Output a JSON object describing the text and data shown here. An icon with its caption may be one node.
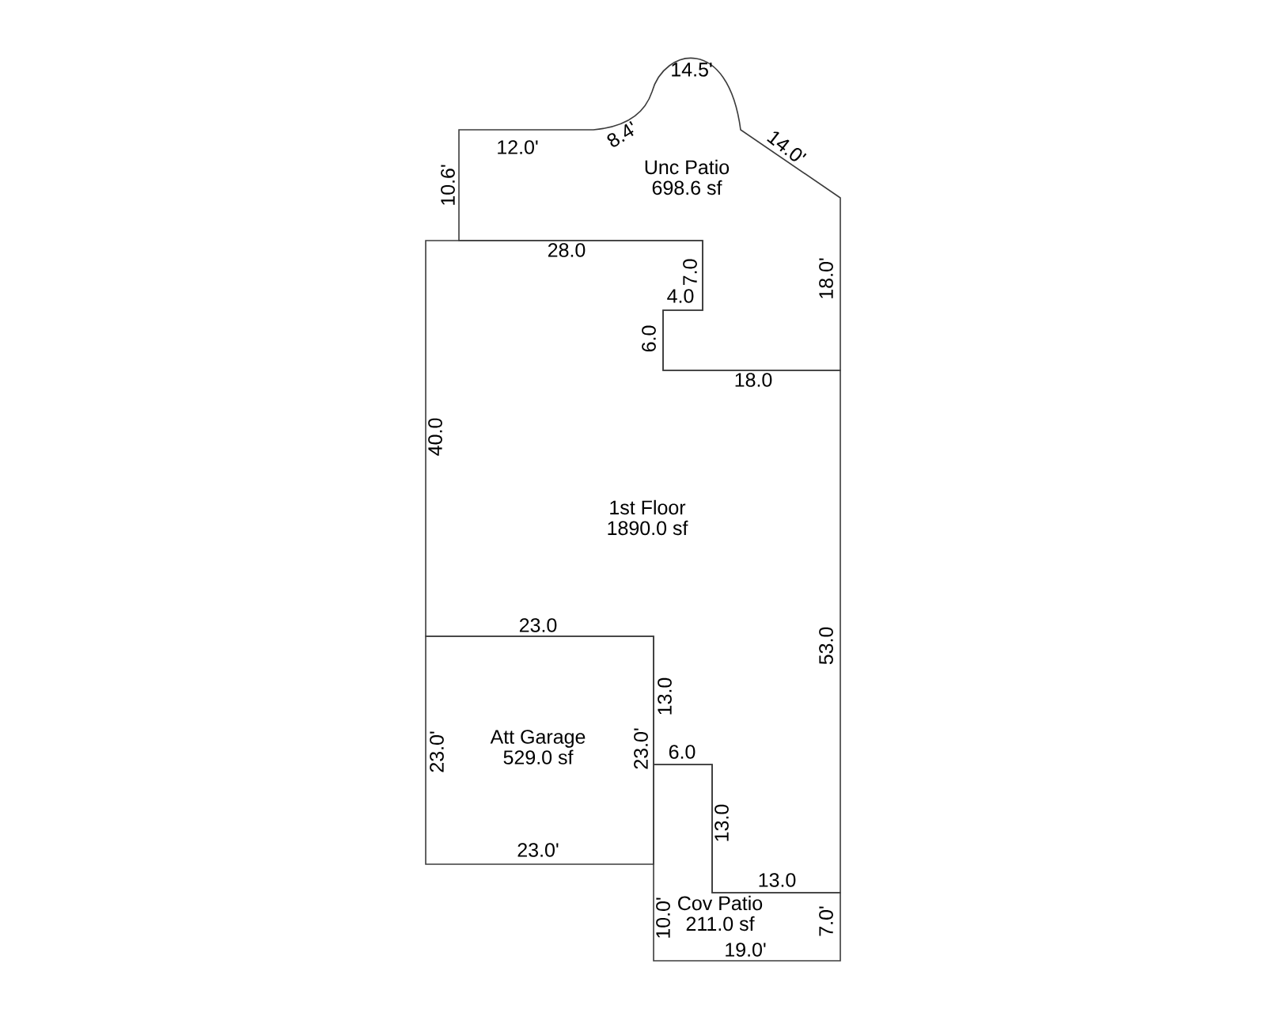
{
  "diagram": {
    "nodes": [
      {
        "text": [
          "Unc Patio",
          "698.6 sf"
        ]
      },
      {
        "text": [
          "1st Floor",
          "1890.0 sf"
        ]
      },
      {
        "text": [
          "Att Garage",
          "529.0 sf"
        ]
      },
      {
        "text": [
          "Cov Patio",
          "211.0 sf"
        ]
      }
    ],
    "labels": [
      "14.5'",
      "14.0'",
      "12.0'",
      "8.4'",
      "10.6'",
      "28.0",
      "7.0",
      "4.0",
      "18.0'",
      "6.0",
      "18.0",
      "40.0",
      "23.0",
      "53.0",
      "13.0",
      "23.0'",
      "23.0'",
      "6.0",
      "13.0",
      "23.0'",
      "13.0",
      "10.0'",
      "7.0'",
      "19.0'"
    ]
  }
}
